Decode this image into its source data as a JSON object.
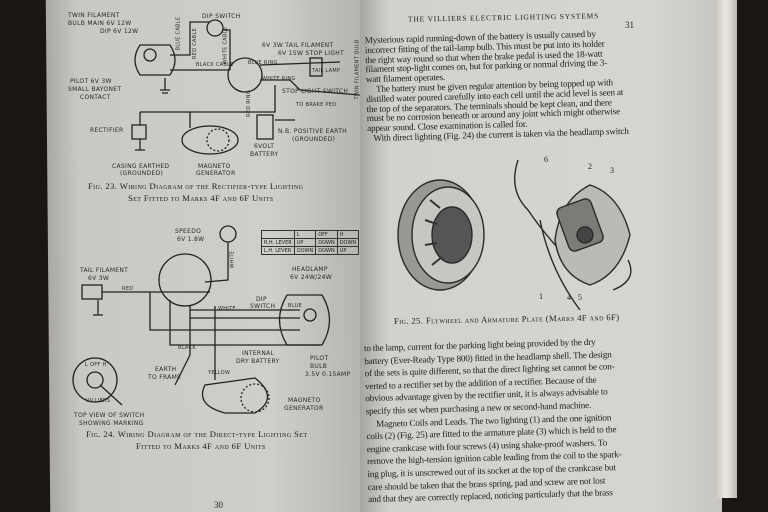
{
  "left_page": {
    "page_number": "30",
    "fig23": {
      "labels": [
        "TWIN FILAMENT",
        "BULB   MAIN 6V 12W",
        "DIP 6V 12W",
        "DIP SWITCH",
        "BLUE CABLE",
        "RED CABLE",
        "WHITE CABLE",
        "BLACK CABLE",
        "6V 3W TAIL FILAMENT",
        "6V 15W STOP LIGHT",
        "TWIN FILAMENT BULB",
        "TAIL LAMP",
        "BLUE RING",
        "WHITE RING",
        "RED RING",
        "STOP LIGHT SWITCH",
        "TO BRAKE PED",
        "PILOT 6V 3W",
        "SMALL BAYONET",
        "CONTACT",
        "RECTIFIER",
        "MAGNETO",
        "GENERATOR",
        "6VOLT",
        "BATTERY",
        "N.B. POSITIVE EARTH",
        "(GROUNDED)",
        "CASING EARTHED",
        "(GROUNDED)"
      ],
      "caption_line1": "Fig. 23. Wiring Diagram of the Rectifier-type Lighting",
      "caption_line2": "Set Fitted to Marks 4F and 6F Units"
    },
    "fig24": {
      "labels": [
        "SPEEDO",
        "6V 1.8W",
        "TAIL FILAMENT",
        "6V 3W",
        "RED",
        "WHITE",
        "HEADLAMP",
        "6V 24W/24W",
        "DIP",
        "SWITCH",
        "BLUE",
        "WHITE",
        "INTERNAL",
        "DRY BATTERY",
        "PILOT",
        "BULB",
        "3.5V 0.15AMP",
        "EARTH",
        "TO FRAME",
        "BLACK",
        "YELLOW",
        "MAGNETO",
        "GENERATOR",
        "TOP VIEW OF SWITCH",
        "SHOWING MARKING",
        "L  OFF  H",
        "VILLIERS"
      ],
      "lever_table": {
        "headers": [
          "",
          "L",
          "OFF",
          "H"
        ],
        "rows": [
          [
            "R.H. LEVER",
            "UP",
            "DOWN",
            "DOWN"
          ],
          [
            "L.H. LEVER",
            "DOWN",
            "DOWN",
            "UP"
          ]
        ]
      },
      "caption_line1": "Fig. 24. Wiring Diagram of the Direct-type Lighting Set",
      "caption_line2": "Fitted to Marks 4F and 6F Units"
    }
  },
  "right_page": {
    "running_head": "THE VILLIERS ELECTRIC LIGHTING SYSTEMS",
    "page_number": "31",
    "para1": [
      "Mysterious rapid running-down of the battery is usually caused by",
      "incorrect fitting of the tail-lamp bulb. This must be put into its holder",
      "the right way round so that when the brake pedal is used the 18-watt",
      "filament stop-light comes on, but for parking or normal driving the 3-",
      "watt filament operates."
    ],
    "para2": [
      "The battery must be given regular attention by being topped up with",
      "distilled water poured carefully into each cell until the acid level is seen at",
      "the top of the separators. The terminals should be kept clean, and there",
      "must be no corrosion beneath or around any joint which might otherwise",
      "appear sound. Close examination is called for.",
      "With direct lighting (Fig. 24) the current is taken via the headlamp switch"
    ],
    "fig25": {
      "callouts": [
        "1",
        "2",
        "3",
        "4",
        "5",
        "6"
      ],
      "caption": "Fig. 25. Flywheel and Armature Plate (Marks 4F and 6F)"
    },
    "para3": [
      "to the lamp, current for the parking light being provided by the dry",
      "battery (Ever-Ready Type 800) fitted in the headlamp shell. The design",
      "of the sets is quite different, so that the direct lighting set cannot be con-",
      "verted to a rectifier set by the addition of a rectifier. Because of the",
      "obvious advantage given by the rectifier unit, it is always advisable to",
      "specify this set when purchasing a new or second-hand machine.",
      "Magneto Coils and Leads. The two lighting (1) and the one ignition",
      "coils (2) (Fig. 25) are fitted to the armature plate (3) which is held to the",
      "engine crankcase with four screws (4) using shake-proof washers. To",
      "remove the high-tension ignition cable leading from the coil to the spark-",
      "ing plug, it is unscrewed out of its socket at the top of the crankcase but",
      "care should be taken that the brass spring, pad and screw are not lost",
      "and that they are correctly replaced, noticing particularly that the brass"
    ]
  }
}
